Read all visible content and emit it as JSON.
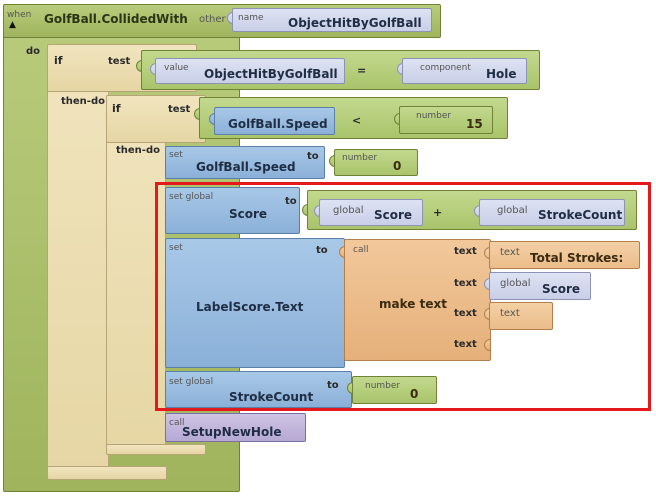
{
  "event": {
    "when_label": "when",
    "name": "GolfBall.CollidedWith",
    "param_label": "other",
    "param_name_label": "name",
    "param_name": "ObjectHitByGolfBall"
  },
  "do_label": "do",
  "outer_if": {
    "if_label": "if",
    "test_label": "test",
    "then_label": "then-do",
    "value_label": "value",
    "value_name": "ObjectHitByGolfBall",
    "operator": "=",
    "component_label": "component",
    "component_name": "Hole"
  },
  "inner_if": {
    "if_label": "if",
    "test_label": "test",
    "then_label": "then-do",
    "left_operand": "GolfBall.Speed",
    "operator": "<",
    "number_label": "number",
    "number_value": "15"
  },
  "set_speed": {
    "set_label": "set",
    "target": "GolfBall.Speed",
    "to_label": "to",
    "number_label": "number",
    "number_value": "0"
  },
  "set_score": {
    "set_label": "set global",
    "target": "Score",
    "to_label": "to",
    "left_global_label": "global",
    "left_global_name": "Score",
    "operator": "+",
    "right_global_label": "global",
    "right_global_name": "StrokeCount"
  },
  "set_label_text": {
    "set_label": "set",
    "target": "LabelScore.Text",
    "to_label": "to",
    "call_label": "call",
    "func_name": "make text",
    "text_slot_label": "text",
    "item1_label": "text",
    "item1_value": "Total Strokes:",
    "item2_label": "global",
    "item2_value": "Score",
    "item3_label": "text",
    "item3_value": ""
  },
  "set_strokecount": {
    "set_label": "set global",
    "target": "StrokeCount",
    "to_label": "to",
    "number_label": "number",
    "number_value": "0"
  },
  "call_setup": {
    "call_label": "call",
    "func_name": "SetupNewHole"
  },
  "colors": {
    "highlight": "#e3191b"
  }
}
